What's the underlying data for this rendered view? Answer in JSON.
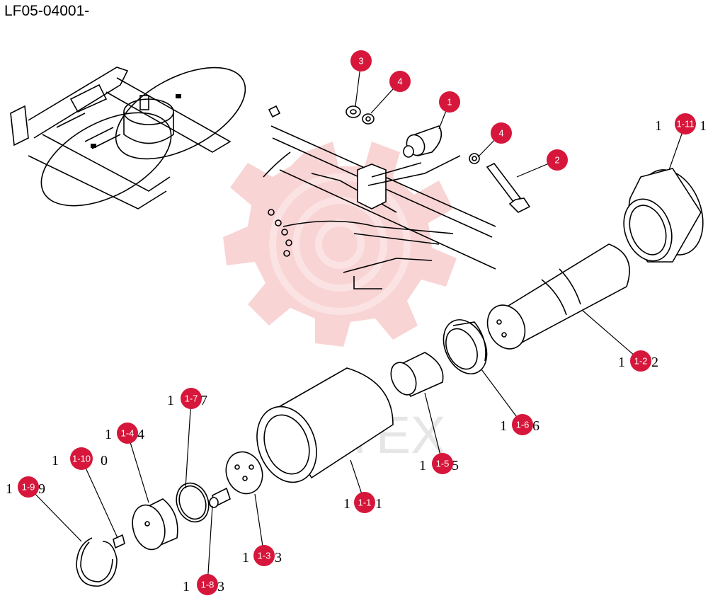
{
  "diagram_code": "LF05-04001-",
  "watermark_text": "MHTEX",
  "colors": {
    "badge": "#d6163a",
    "watermark": "#e23b3b"
  },
  "callouts": [
    {
      "id": "callout-3",
      "badge": "3"
    },
    {
      "id": "callout-4a",
      "badge": "4"
    },
    {
      "id": "callout-1",
      "badge": "1"
    },
    {
      "id": "callout-4b",
      "badge": "4"
    },
    {
      "id": "callout-2",
      "badge": "2"
    },
    {
      "id": "callout-1-11-top",
      "badge": "1-11",
      "orig_left": "1",
      "orig_right": "1"
    },
    {
      "id": "callout-1-2",
      "badge": "1-2",
      "orig_left": "1",
      "orig_right": "2"
    },
    {
      "id": "callout-1-6",
      "badge": "1-6",
      "orig_left": "1",
      "orig_right": "6"
    },
    {
      "id": "callout-1-5",
      "badge": "1-5",
      "orig_left": "1",
      "orig_right": "5"
    },
    {
      "id": "callout-1-7",
      "badge": "1-7",
      "orig_left": "1",
      "orig_right": "7"
    },
    {
      "id": "callout-1-4",
      "badge": "1-4",
      "orig_left": "1",
      "orig_right": "4"
    },
    {
      "id": "callout-1-10",
      "badge": "1-10",
      "orig_left": "1",
      "orig_right": "0"
    },
    {
      "id": "callout-1-9",
      "badge": "1-9",
      "orig_left": "1",
      "orig_right": "9"
    },
    {
      "id": "callout-1-1",
      "badge": "1-1",
      "orig_left": "1",
      "orig_right": "1"
    },
    {
      "id": "callout-1-3",
      "badge": "1-3",
      "orig_left": "1",
      "orig_right": "3"
    },
    {
      "id": "callout-1-8",
      "badge": "1-8",
      "orig_left": "1",
      "orig_right": "3"
    }
  ]
}
